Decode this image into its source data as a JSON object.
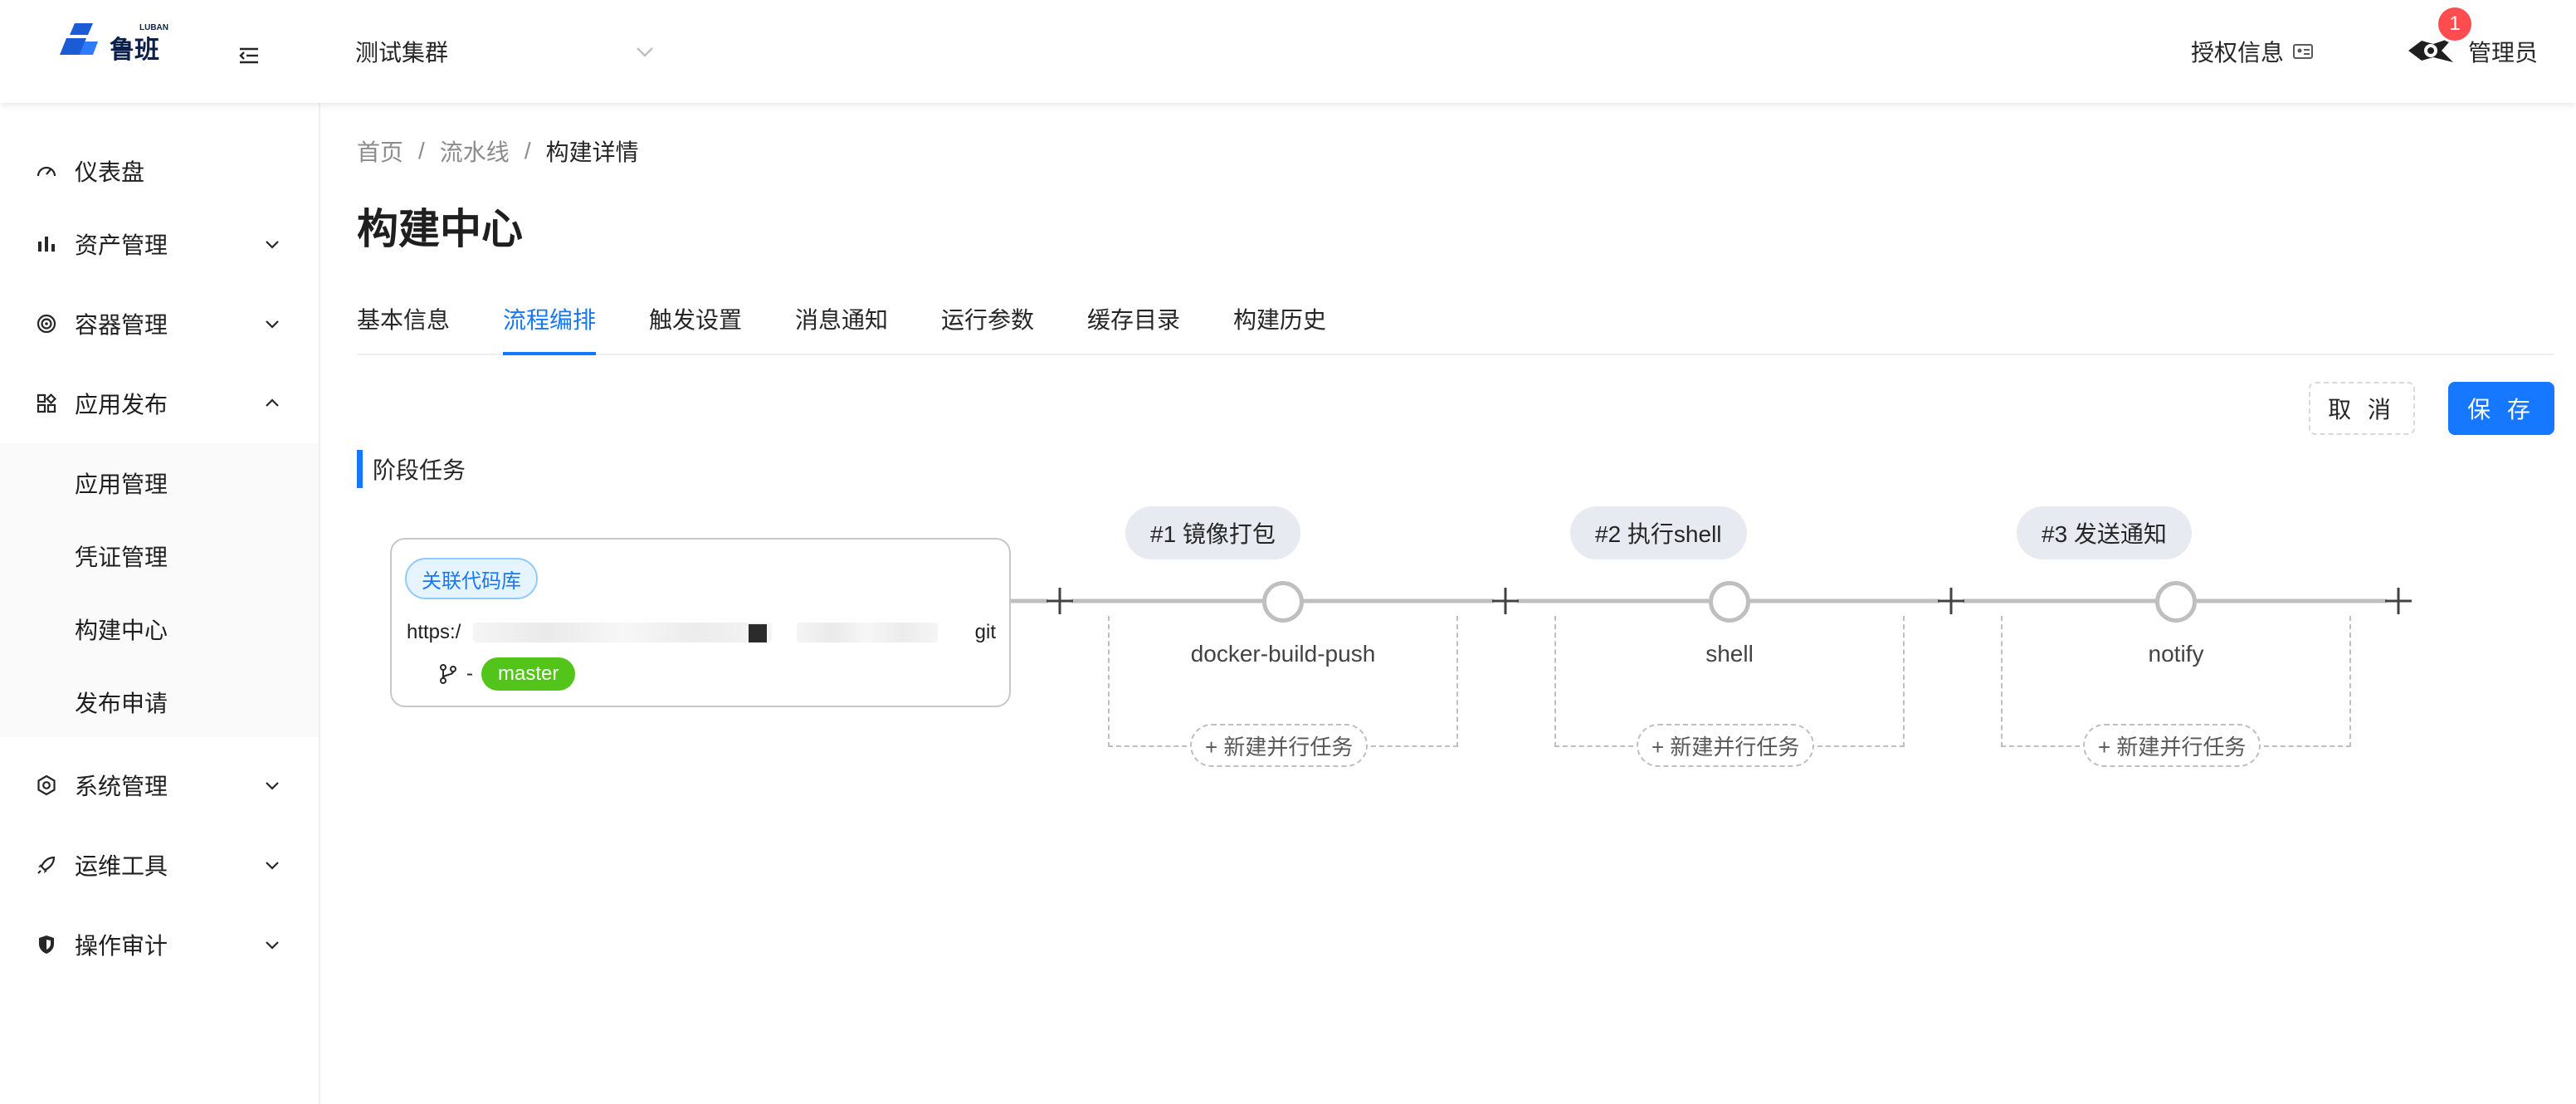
{
  "header": {
    "logo_text": "鲁班",
    "logo_sub": "LUBAN",
    "cluster": "测试集群",
    "license": "授权信息",
    "user_name": "管理员",
    "notification_count": "1"
  },
  "sidebar": {
    "items": [
      {
        "label": "仪表盘",
        "icon": "dashboard-icon"
      },
      {
        "label": "资产管理",
        "icon": "asset-icon"
      },
      {
        "label": "容器管理",
        "icon": "container-icon"
      },
      {
        "label": "应用发布",
        "icon": "app-publish-icon"
      },
      {
        "label": "系统管理",
        "icon": "settings-icon"
      },
      {
        "label": "运维工具",
        "icon": "rocket-icon"
      },
      {
        "label": "操作审计",
        "icon": "shield-icon"
      }
    ],
    "sub_items": [
      {
        "label": "应用管理"
      },
      {
        "label": "凭证管理"
      },
      {
        "label": "构建中心"
      },
      {
        "label": "发布申请"
      }
    ]
  },
  "breadcrumb": [
    "首页",
    "流水线",
    "构建详情"
  ],
  "page_title": "构建中心",
  "tabs": [
    {
      "label": "基本信息"
    },
    {
      "label": "流程编排"
    },
    {
      "label": "触发设置"
    },
    {
      "label": "消息通知"
    },
    {
      "label": "运行参数"
    },
    {
      "label": "缓存目录"
    },
    {
      "label": "构建历史"
    }
  ],
  "active_tab": "流程编排",
  "actions": {
    "cancel": "取 消",
    "save": "保 存"
  },
  "section_title": "阶段任务",
  "repo": {
    "tag": "关联代码库",
    "url_prefix": "https:/",
    "url_suffix": "git",
    "branch_prefix": "-",
    "branch": "master"
  },
  "stages": [
    {
      "title": "#1 镜像打包",
      "task": "docker-build-push",
      "add_label": "+ 新建并行任务"
    },
    {
      "title": "#2 执行shell",
      "task": "shell",
      "add_label": "+ 新建并行任务"
    },
    {
      "title": "#3 发送通知",
      "task": "notify",
      "add_label": "+ 新建并行任务"
    }
  ],
  "colors": {
    "primary": "#1677ff",
    "branch_green": "#52c41a",
    "badge_red": "#ff4d4f"
  }
}
